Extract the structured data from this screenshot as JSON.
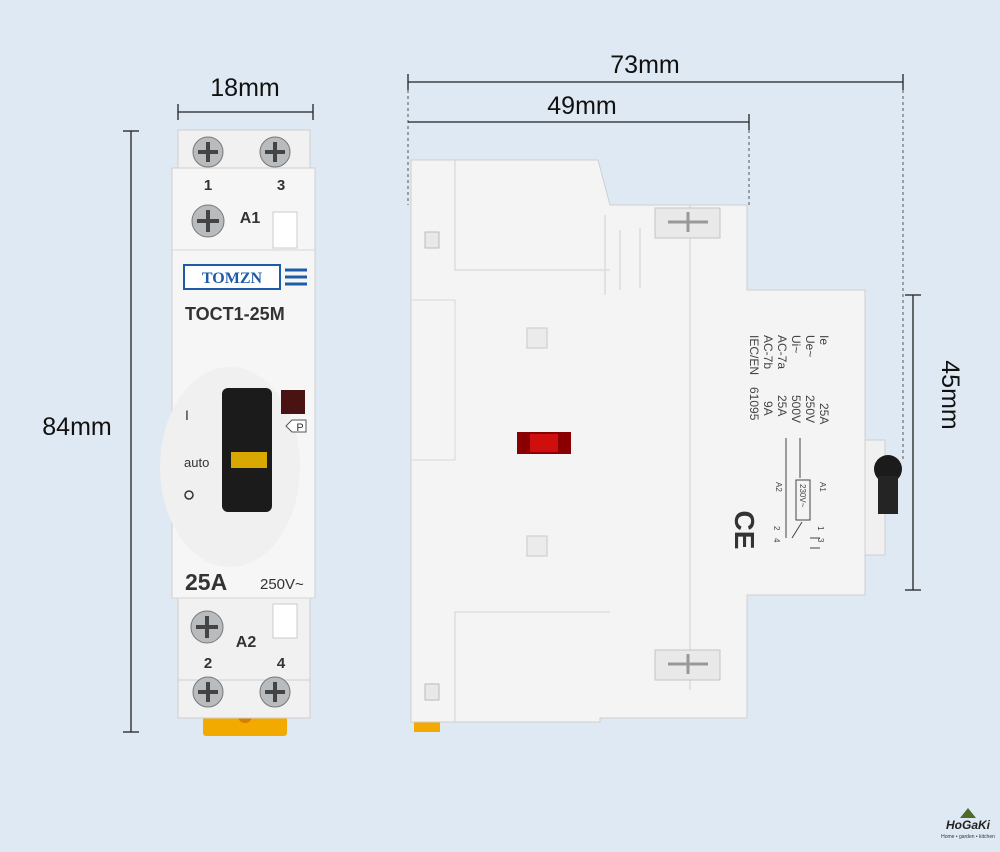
{
  "dimensions": {
    "width_front": "18mm",
    "height_front": "84mm",
    "depth_total": "73mm",
    "depth_body": "49mm",
    "height_front_panel": "45mm"
  },
  "front": {
    "brand": "TOMZN",
    "model": "TOCT1-25M",
    "terminals_top": [
      "1",
      "3"
    ],
    "terminals_bottom": [
      "2",
      "4"
    ],
    "coil_top": "A1",
    "coil_bottom": "A2",
    "switch_labels": {
      "on": "I",
      "auto": "auto",
      "off": "O",
      "p": "P"
    },
    "rating": "25A",
    "voltage": "250V~"
  },
  "side": {
    "spec_lines": [
      {
        "k": "Ie",
        "v": "25A"
      },
      {
        "k": "Ue~",
        "v": "250V"
      },
      {
        "k": "Ui~",
        "v": "500V"
      },
      {
        "k": "AC-7a",
        "v": "25A"
      },
      {
        "k": "AC-7b",
        "v": "9A"
      },
      {
        "k": "IEC/EN",
        "v": "61095"
      }
    ],
    "diagram_labels": {
      "a1": "A1",
      "a2": "A2",
      "coil_v": "230V~",
      "n1": "1",
      "n3": "3",
      "n2": "2",
      "n4": "4"
    },
    "ce": "CE"
  },
  "watermark": {
    "name": "HoGaKi",
    "tagline": "Home • garden • kitchen"
  },
  "colors": {
    "background": "#dfe9f3",
    "body": "#f4f4f4",
    "brand_blue": "#1f5ca8",
    "din_clip": "#f2a900",
    "indicator_red": "#d10e0e"
  }
}
